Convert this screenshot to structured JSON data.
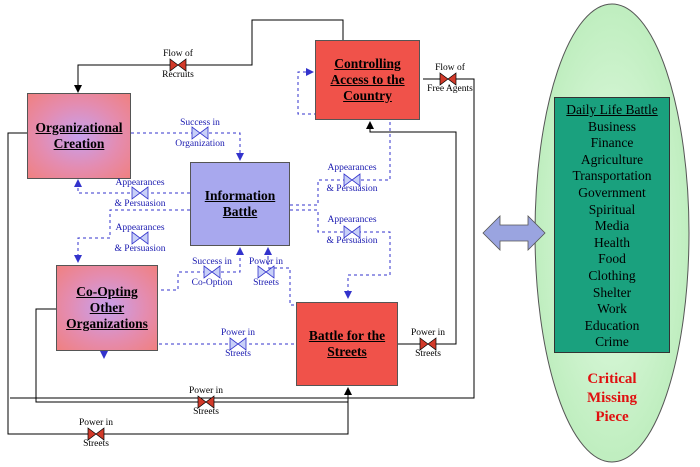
{
  "boxes": {
    "organizational_creation": [
      "Organizational",
      "Creation"
    ],
    "controlling_access": [
      "Controlling",
      "Access to the",
      "Country"
    ],
    "information_battle": [
      "Information",
      "Battle"
    ],
    "co_opting": [
      "Co-Opting",
      "Other",
      "Organizations"
    ],
    "battle_streets": [
      "Battle for the",
      "Streets"
    ]
  },
  "flows": {
    "flow_recruits": [
      "Flow of",
      "Recruits"
    ],
    "flow_free_agents": [
      "Flow of",
      "Free Agents"
    ],
    "success_org": [
      "Success in",
      "Organization"
    ],
    "appear_1": [
      "Appearances",
      "& Persuasion"
    ],
    "appear_2": [
      "Appearances",
      "& Persuasion"
    ],
    "appear_3": [
      "Appearances",
      "& Persuasion"
    ],
    "appear_4": [
      "Appearances",
      "& Persuasion"
    ],
    "success_coop": [
      "Success in",
      "Co-Option"
    ],
    "power_streets_info": [
      "Power in",
      "Streets"
    ],
    "power_streets_coop": [
      "Power in",
      "Streets"
    ],
    "power_streets_right": [
      "Power in",
      "Streets"
    ],
    "power_streets_bottom1": [
      "Power in",
      "Streets"
    ],
    "power_streets_bottom2": [
      "Power in",
      "Streets"
    ]
  },
  "daily_life": {
    "title": "Daily Life Battle",
    "items": [
      "Business",
      "Finance",
      "Agriculture",
      "Transportation",
      "Government",
      "Spiritual",
      "Media",
      "Health",
      "Food",
      "Clothing",
      "Shelter",
      "Work",
      "Education",
      "Crime"
    ]
  },
  "critical": [
    "Critical",
    "Missing",
    "Piece"
  ],
  "colors": {
    "pink_box": "#f08080",
    "red_box": "#f0524a",
    "blue_box": "#a8a8ee",
    "panel": "#1aa17e",
    "ellipse": "#cdf3cd",
    "dashed": "#3333cc",
    "valve": "#d23a2a",
    "arrow": "#9aa4e0",
    "critical_text": "#e01010"
  }
}
